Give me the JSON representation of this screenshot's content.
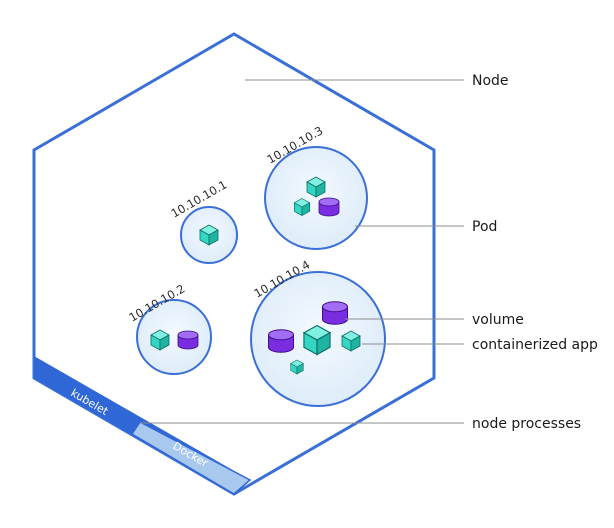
{
  "labels": {
    "node": "Node",
    "pod": "Pod",
    "volume": "volume",
    "containerized_app": "containerized app",
    "node_processes": "node processes",
    "kubelet": "kubelet",
    "docker": "Docker"
  },
  "pods": [
    {
      "ip": "10.10.10.1"
    },
    {
      "ip": "10.10.10.2"
    },
    {
      "ip": "10.10.10.3"
    },
    {
      "ip": "10.10.10.4"
    }
  ],
  "colors": {
    "node_outline": "#3a6fd8",
    "pod_fill": "#e6f1fb",
    "pod_stroke": "#3a6fd8",
    "container_front": "#33d6c3",
    "container_top": "#7ff0e2",
    "container_side": "#1fb3a2",
    "volume_body": "#7a2ce0",
    "volume_top": "#a36cf5",
    "kubelet_band": "#2f67d6",
    "docker_band": "#a9c8ee",
    "leader_line": "#8c8c8c"
  }
}
